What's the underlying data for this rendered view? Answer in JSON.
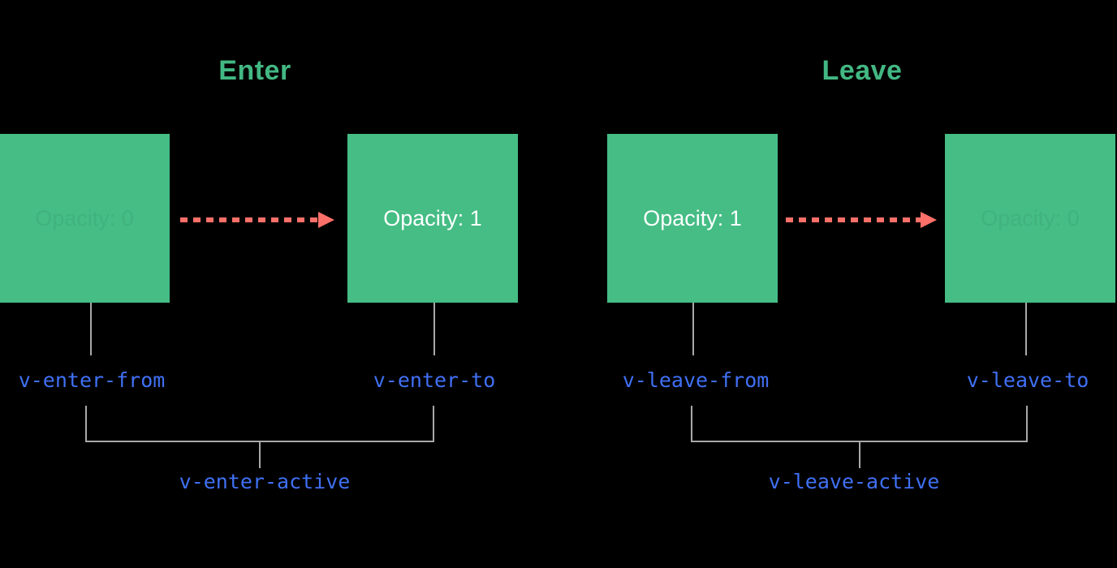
{
  "diagram": {
    "title_enter": "Enter",
    "title_leave": "Leave",
    "colors": {
      "background": "#000000",
      "box_green": "#45bd85",
      "title_green": "#42b883",
      "arrow_coral": "#fb7069",
      "class_blue": "#4070f4",
      "connector_gray": "#a8a8a8",
      "box_text_white": "#ffffff"
    },
    "boxes": [
      {
        "id": "enter-from-box",
        "opacity_text": "Opacity: 0",
        "faded": true
      },
      {
        "id": "enter-to-box",
        "opacity_text": "Opacity: 1",
        "faded": false
      },
      {
        "id": "leave-from-box",
        "opacity_text": "Opacity: 1",
        "faded": false
      },
      {
        "id": "leave-to-box",
        "opacity_text": "Opacity: 0",
        "faded": true
      }
    ],
    "class_labels": {
      "enter_from": "v-enter-from",
      "enter_to": "v-enter-to",
      "leave_from": "v-leave-from",
      "leave_to": "v-leave-to",
      "enter_active": "v-enter-active",
      "leave_active": "v-leave-active"
    }
  }
}
